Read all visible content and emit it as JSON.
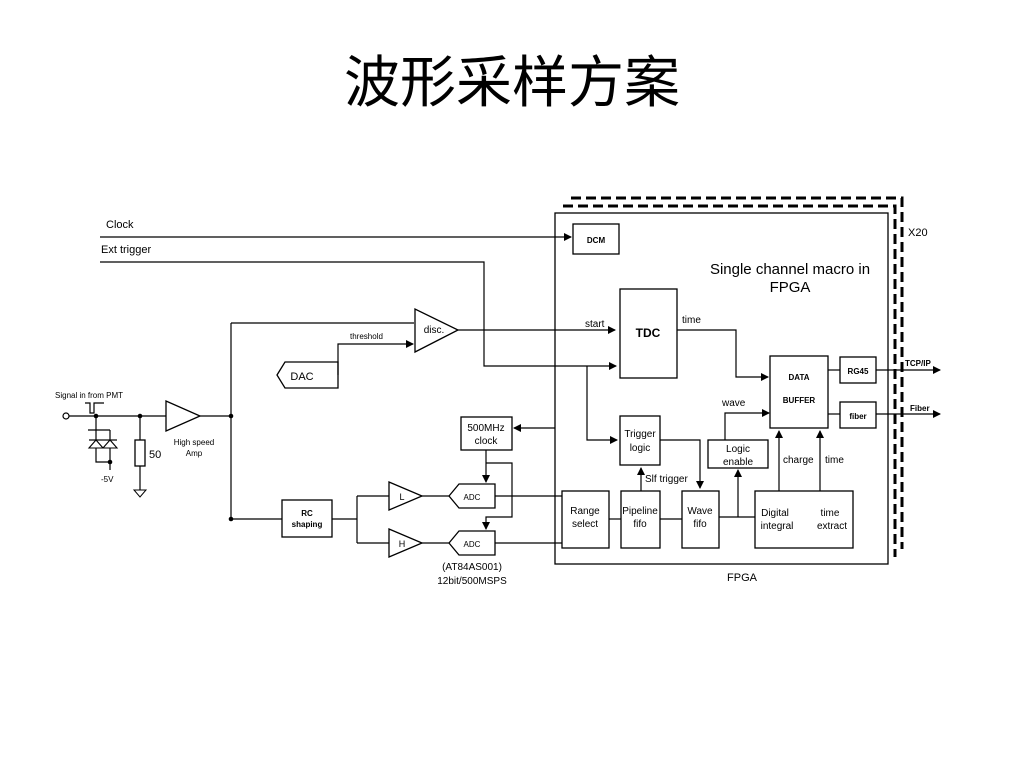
{
  "slide": {
    "title": "波形采样方案"
  },
  "diagram": {
    "inputs": {
      "clock": "Clock",
      "ext_trigger": "Ext trigger",
      "signal": "Signal in from PMT"
    },
    "analog": {
      "resistor": "50",
      "bias": "-5V",
      "amp": [
        "High speed",
        "Amp"
      ],
      "dac": "DAC",
      "threshold": "threshold",
      "disc": "disc.",
      "rc": [
        "RC",
        "shaping"
      ],
      "amp_low": "L",
      "amp_high": "H",
      "adc": "ADC",
      "adc_part": [
        "(AT84AS001)",
        "12bit/500MSPS"
      ],
      "clock_500": [
        "500MHz",
        "clock"
      ]
    },
    "fpga": {
      "repeat": "X20",
      "macro": [
        "Single channel macro in",
        "FPGA"
      ],
      "dcm": "DCM",
      "tdc": "TDC",
      "start": "start",
      "time_out": "time",
      "trigger": [
        "Trigger",
        "logic"
      ],
      "slf": "Slf trigger",
      "range": [
        "Range",
        "select"
      ],
      "pipeline": [
        "Pipeline",
        "fifo"
      ],
      "wave_fifo": [
        "Wave",
        "fifo"
      ],
      "logic_enable": [
        "Logic",
        "enable"
      ],
      "wave": "wave",
      "digital": [
        "Digital",
        "integral"
      ],
      "time_extract": [
        "time",
        "extract"
      ],
      "charge": "charge",
      "time_in": "time",
      "buffer": [
        "DATA",
        "BUFFER"
      ],
      "rg45": "RG45",
      "fiber_box": "fiber",
      "tcpip": "TCP/IP",
      "fiber_out": "Fiber",
      "label": "FPGA"
    }
  }
}
